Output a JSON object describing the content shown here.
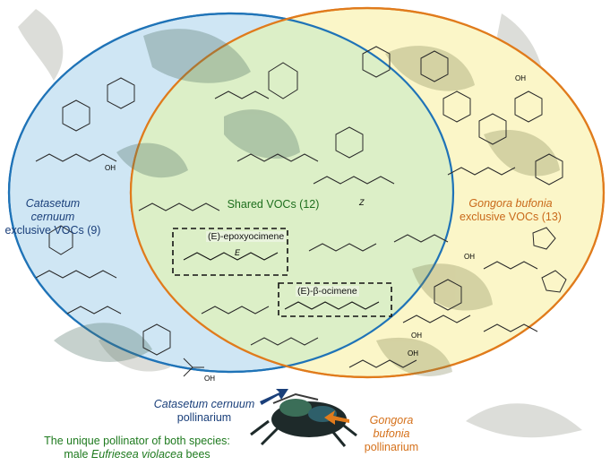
{
  "left_set": {
    "species": "Catasetum cernuum",
    "label": "exclusive VOCs (9)",
    "color": "#1f73b7",
    "fill": "#cfe6f4"
  },
  "right_set": {
    "species": "Gongora bufonia",
    "label": "exclusive VOCs (13)",
    "color": "#e07b1c",
    "fill": "#fbf6c8"
  },
  "shared": {
    "label": "Shared VOCs (12)",
    "color": "#1d6e1d",
    "fill": "#dcefc7"
  },
  "highlights": {
    "epoxyocimene": "(E)-epoxyocimene",
    "ocimene": "(E)-β-ocimene",
    "stereo_e": "E",
    "stereo_z": "Z"
  },
  "structure_labels": {
    "oh_1": "OH",
    "oh_2": "OH",
    "oh_3": "OH",
    "oh_4": "OH",
    "oh_5": "OH",
    "oh_6": "OH"
  },
  "pollinarium": {
    "catasetum_species": "Catasetum cernuum",
    "catasetum_label": "pollinarium",
    "gongora_species_1": "Gongora",
    "gongora_species_2": "bufonia",
    "gongora_label": "pollinarium"
  },
  "pollinator": {
    "line1": "The unique pollinator of both species:",
    "line2_prefix": "male",
    "line2_species": "Eufriesea violacea",
    "line2_suffix": "bees",
    "color": "#1e7a1e"
  }
}
